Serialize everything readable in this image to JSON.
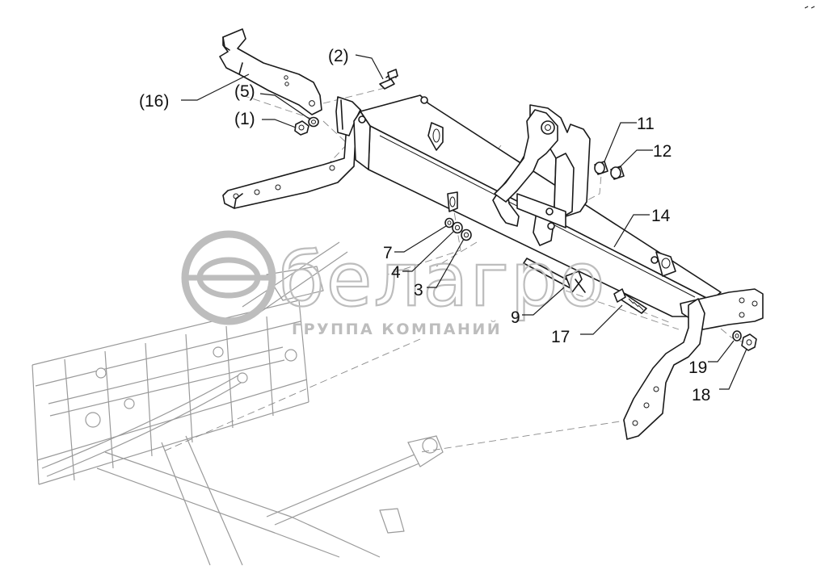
{
  "watermark": {
    "brand": "белагро",
    "subtitle": "ГРУППА КОМПАНИЙ"
  },
  "callouts": [
    {
      "id": "c2",
      "text": "(2)"
    },
    {
      "id": "c16",
      "text": "(16)"
    },
    {
      "id": "c5",
      "text": "(5)"
    },
    {
      "id": "c1",
      "text": "(1)"
    },
    {
      "id": "c11",
      "text": "11"
    },
    {
      "id": "c12",
      "text": "12"
    },
    {
      "id": "c14",
      "text": "14"
    },
    {
      "id": "c7",
      "text": "7"
    },
    {
      "id": "c4",
      "text": "4"
    },
    {
      "id": "c3",
      "text": "3"
    },
    {
      "id": "c9",
      "text": "9"
    },
    {
      "id": "c17",
      "text": "17"
    },
    {
      "id": "c19",
      "text": "19"
    },
    {
      "id": "c18",
      "text": "18"
    }
  ],
  "colors": {
    "ink": "#1a1a1a",
    "ghost": "#9a9a9a",
    "watermark": "#bdbdbd",
    "background": "#ffffff"
  }
}
